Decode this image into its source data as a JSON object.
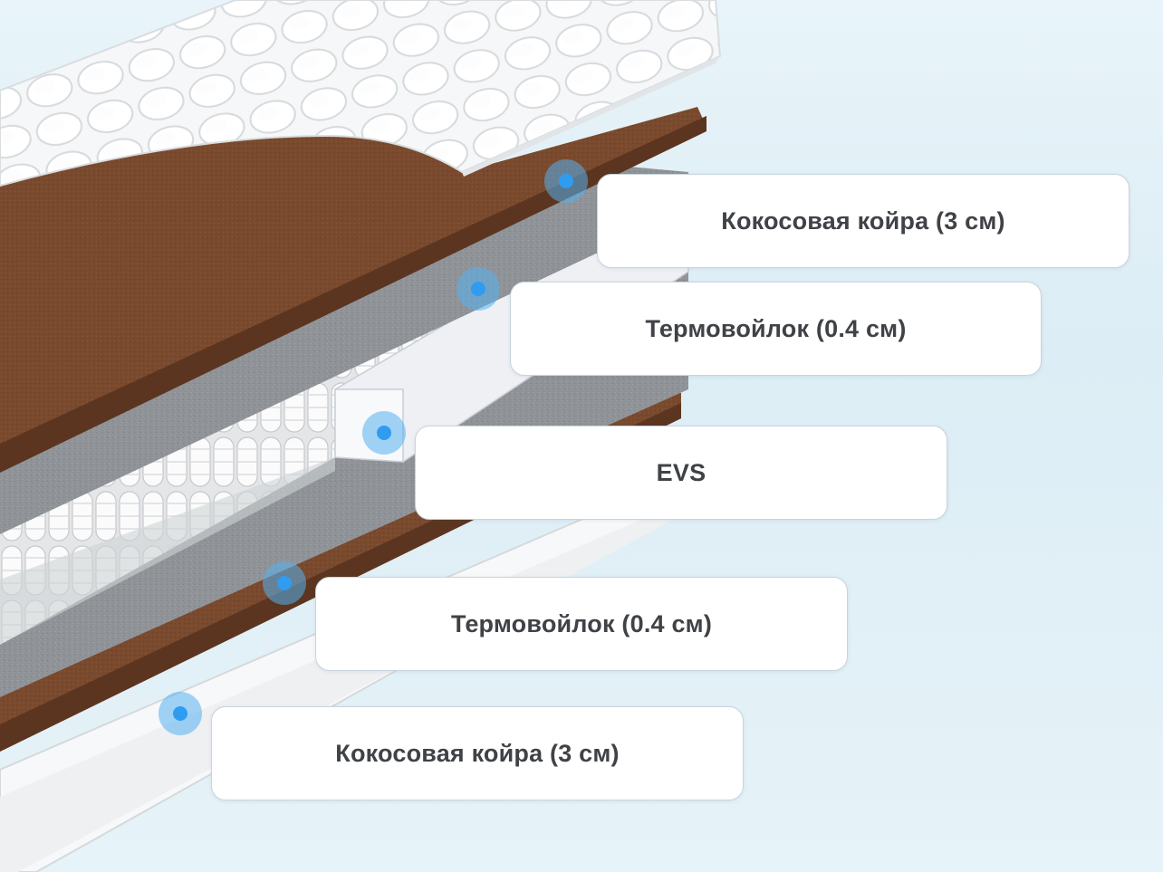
{
  "layers": [
    {
      "label": "Кокосовая койра (3 см)"
    },
    {
      "label": "Термовойлок (0.4 см)"
    },
    {
      "label": "EVS"
    },
    {
      "label": "Термовойлок (0.4 см)"
    },
    {
      "label": "Кокосовая койра (3 см)"
    }
  ],
  "colors": {
    "coir": "#7a4a2e",
    "felt": "#8e9296",
    "quilted_cover": "#f4f5f6",
    "hotspot": "#2f9cf0",
    "label_text": "#3f4246"
  }
}
